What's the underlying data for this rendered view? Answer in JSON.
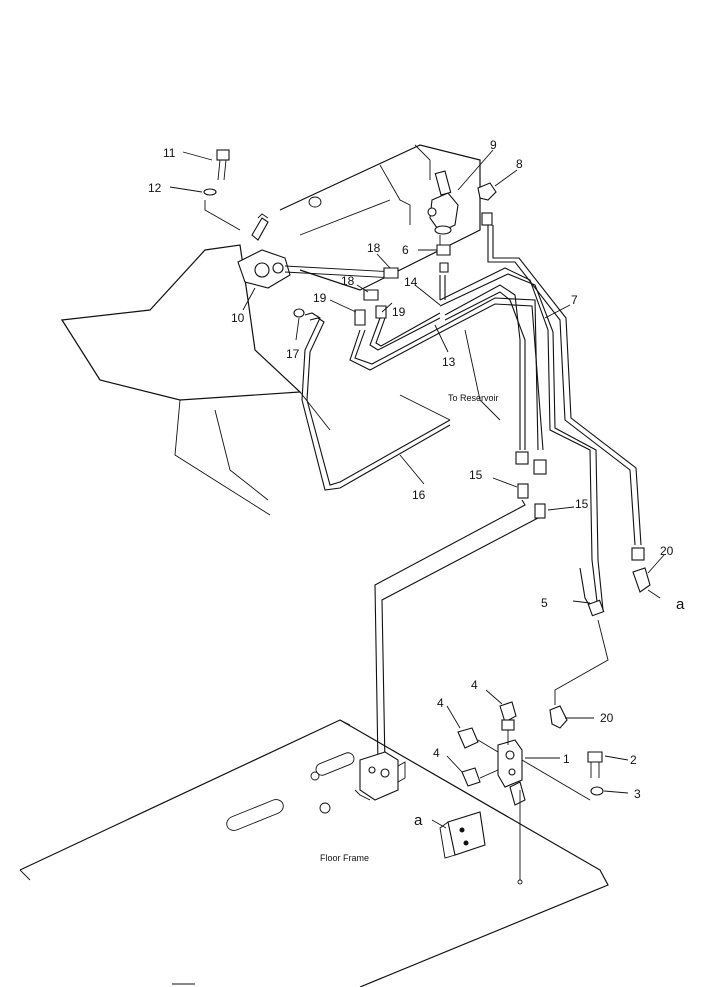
{
  "callouts": {
    "c1": "1",
    "c2": "2",
    "c3": "3",
    "c4a": "4",
    "c4b": "4",
    "c4c": "4",
    "c5": "5",
    "c6": "6",
    "c7": "7",
    "c8": "8",
    "c9": "9",
    "c10": "10",
    "c11": "11",
    "c12": "12",
    "c13": "13",
    "c14": "14",
    "c15a": "15",
    "c15b": "15",
    "c16": "16",
    "c17": "17",
    "c18a": "18",
    "c18b": "18",
    "c19a": "19",
    "c19b": "19",
    "c20a": "20",
    "c20b": "20",
    "ref_a1": "a",
    "ref_a2": "a"
  },
  "labels": {
    "to_reservoir": "To Reservoir",
    "floor_frame": "Floor Frame"
  }
}
